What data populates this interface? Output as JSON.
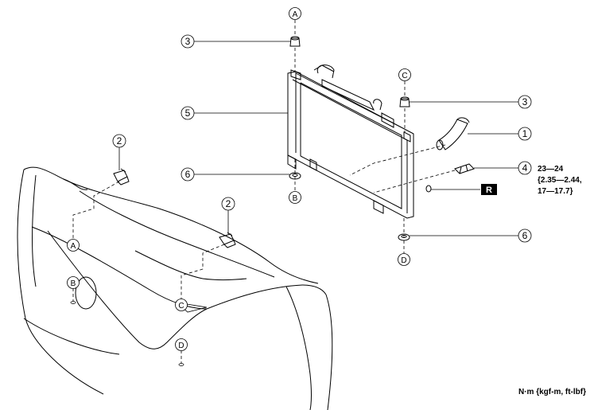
{
  "callouts": {
    "c1": "1",
    "c2a": "2",
    "c2b": "2",
    "c3a": "3",
    "c3b": "3",
    "c4": "4",
    "c5": "5",
    "c6a": "6",
    "c6b": "6"
  },
  "refs": {
    "a_top": "A",
    "a_bottom": "A",
    "b_top": "B",
    "b_bottom": "B",
    "c_top": "C",
    "c_bottom": "C",
    "d_top": "D",
    "d_bottom": "D"
  },
  "torque": {
    "line1": "23—24",
    "line2": "{2.35—2.44,",
    "line3": "17—17.7}"
  },
  "replace_badge": "R",
  "units": "N·m {kgf-m, ft-lbf}"
}
